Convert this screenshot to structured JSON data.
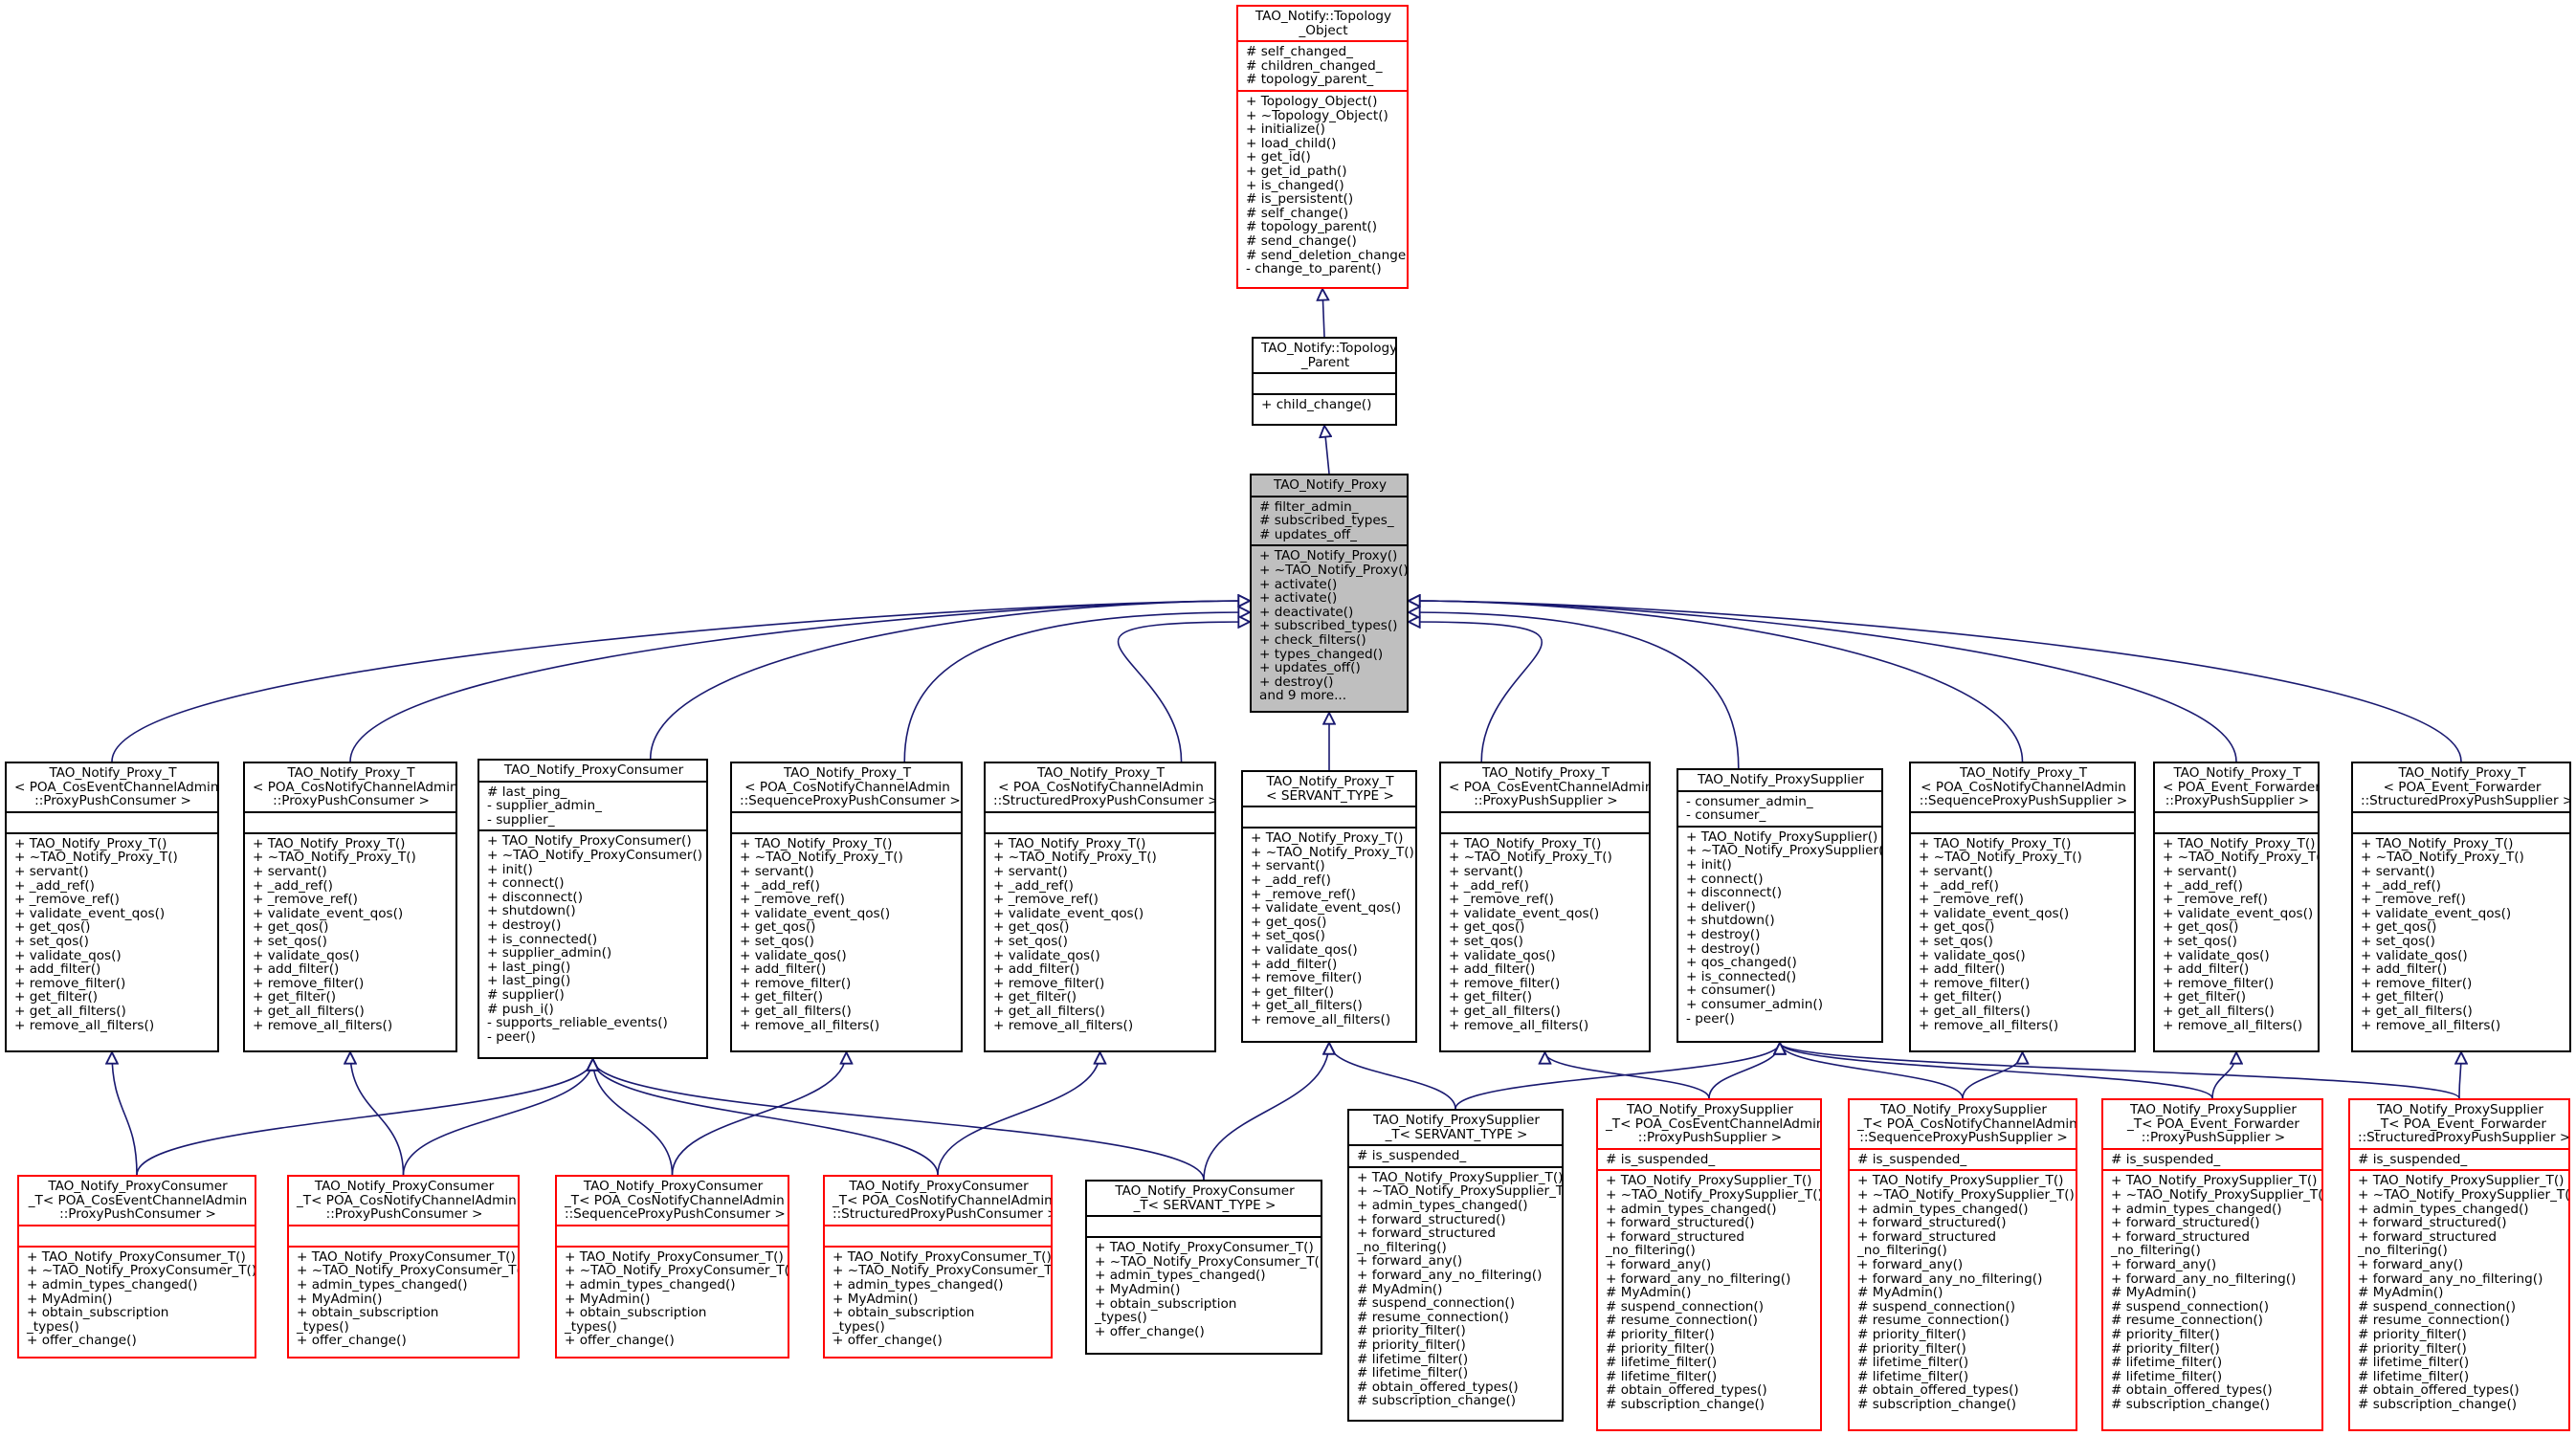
{
  "colors": {
    "edge": "#191970",
    "node_border": "#000000",
    "external_border": "#ff0000",
    "highlight_fill": "#bfbfbf"
  },
  "nodes": {
    "topology_object": {
      "title": [
        "TAO_Notify::Topology",
        "_Object"
      ],
      "attributes": [
        "# self_changed_",
        "# children_changed_",
        "# topology_parent_"
      ],
      "methods": [
        "+ Topology_Object()",
        "+ ~Topology_Object()",
        "+ initialize()",
        "+ load_child()",
        "+ get_id()",
        "+ get_id_path()",
        "+ is_changed()",
        "# is_persistent()",
        "# self_change()",
        "# topology_parent()",
        "# send_change()",
        "# send_deletion_change()",
        "- change_to_parent()"
      ]
    },
    "topology_parent": {
      "title": [
        "TAO_Notify::Topology",
        "_Parent"
      ],
      "attributes": [],
      "methods": [
        "+ child_change()"
      ]
    },
    "notify_proxy": {
      "title": [
        "TAO_Notify_Proxy"
      ],
      "attributes": [
        "# filter_admin_",
        "# subscribed_types_",
        "# updates_off_"
      ],
      "methods": [
        "+ TAO_Notify_Proxy()",
        "+ ~TAO_Notify_Proxy()",
        "+ activate()",
        "+ activate()",
        "+ deactivate()",
        "+ subscribed_types()",
        "+ check_filters()",
        "+ types_changed()",
        "+ updates_off()",
        "+ destroy()",
        "and 9 more..."
      ]
    },
    "proxy_t_cos_push_consumer": {
      "title": [
        "TAO_Notify_Proxy_T",
        "< POA_CosEventChannelAdmin",
        "::ProxyPushConsumer >"
      ],
      "attributes": [],
      "methods": [
        "+ TAO_Notify_Proxy_T()",
        "+ ~TAO_Notify_Proxy_T()",
        "+ servant()",
        "+ _add_ref()",
        "+ _remove_ref()",
        "+ validate_event_qos()",
        "+ get_qos()",
        "+ set_qos()",
        "+ validate_qos()",
        "+ add_filter()",
        "+ remove_filter()",
        "+ get_filter()",
        "+ get_all_filters()",
        "+ remove_all_filters()"
      ]
    },
    "proxy_t_notify_push_consumer": {
      "title": [
        "TAO_Notify_Proxy_T",
        "< POA_CosNotifyChannelAdmin",
        "::ProxyPushConsumer >"
      ],
      "attributes": [],
      "methods": [
        "+ TAO_Notify_Proxy_T()",
        "+ ~TAO_Notify_Proxy_T()",
        "+ servant()",
        "+ _add_ref()",
        "+ _remove_ref()",
        "+ validate_event_qos()",
        "+ get_qos()",
        "+ set_qos()",
        "+ validate_qos()",
        "+ add_filter()",
        "+ remove_filter()",
        "+ get_filter()",
        "+ get_all_filters()",
        "+ remove_all_filters()"
      ]
    },
    "proxy_consumer": {
      "title": [
        "TAO_Notify_ProxyConsumer"
      ],
      "attributes": [
        "# last_ping_",
        "- supplier_admin_",
        "- supplier_"
      ],
      "methods": [
        "+ TAO_Notify_ProxyConsumer()",
        "+ ~TAO_Notify_ProxyConsumer()",
        "+ init()",
        "+ connect()",
        "+ disconnect()",
        "+ shutdown()",
        "+ destroy()",
        "+ is_connected()",
        "+ supplier_admin()",
        "+ last_ping()",
        "+ last_ping()",
        "# supplier()",
        "# push_i()",
        "- supports_reliable_events()",
        "- peer()"
      ]
    },
    "proxy_t_sequence_push_consumer": {
      "title": [
        "TAO_Notify_Proxy_T",
        "< POA_CosNotifyChannelAdmin",
        "::SequenceProxyPushConsumer >"
      ],
      "attributes": [],
      "methods": [
        "+ TAO_Notify_Proxy_T()",
        "+ ~TAO_Notify_Proxy_T()",
        "+ servant()",
        "+ _add_ref()",
        "+ _remove_ref()",
        "+ validate_event_qos()",
        "+ get_qos()",
        "+ set_qos()",
        "+ validate_qos()",
        "+ add_filter()",
        "+ remove_filter()",
        "+ get_filter()",
        "+ get_all_filters()",
        "+ remove_all_filters()"
      ]
    },
    "proxy_t_structured_push_consumer": {
      "title": [
        "TAO_Notify_Proxy_T",
        "< POA_CosNotifyChannelAdmin",
        "::StructuredProxyPushConsumer >"
      ],
      "attributes": [],
      "methods": [
        "+ TAO_Notify_Proxy_T()",
        "+ ~TAO_Notify_Proxy_T()",
        "+ servant()",
        "+ _add_ref()",
        "+ _remove_ref()",
        "+ validate_event_qos()",
        "+ get_qos()",
        "+ set_qos()",
        "+ validate_qos()",
        "+ add_filter()",
        "+ remove_filter()",
        "+ get_filter()",
        "+ get_all_filters()",
        "+ remove_all_filters()"
      ]
    },
    "proxy_t_servant_type": {
      "title": [
        "TAO_Notify_Proxy_T",
        "< SERVANT_TYPE >"
      ],
      "attributes": [],
      "methods": [
        "+ TAO_Notify_Proxy_T()",
        "+ ~TAO_Notify_Proxy_T()",
        "+ servant()",
        "+ _add_ref()",
        "+ _remove_ref()",
        "+ validate_event_qos()",
        "+ get_qos()",
        "+ set_qos()",
        "+ validate_qos()",
        "+ add_filter()",
        "+ remove_filter()",
        "+ get_filter()",
        "+ get_all_filters()",
        "+ remove_all_filters()"
      ]
    },
    "proxy_t_cos_push_supplier": {
      "title": [
        "TAO_Notify_Proxy_T",
        "< POA_CosEventChannelAdmin",
        "::ProxyPushSupplier >"
      ],
      "attributes": [],
      "methods": [
        "+ TAO_Notify_Proxy_T()",
        "+ ~TAO_Notify_Proxy_T()",
        "+ servant()",
        "+ _add_ref()",
        "+ _remove_ref()",
        "+ validate_event_qos()",
        "+ get_qos()",
        "+ set_qos()",
        "+ validate_qos()",
        "+ add_filter()",
        "+ remove_filter()",
        "+ get_filter()",
        "+ get_all_filters()",
        "+ remove_all_filters()"
      ]
    },
    "proxy_supplier": {
      "title": [
        "TAO_Notify_ProxySupplier"
      ],
      "attributes": [
        "- consumer_admin_",
        "- consumer_"
      ],
      "methods": [
        "+ TAO_Notify_ProxySupplier()",
        "+ ~TAO_Notify_ProxySupplier()",
        "+ init()",
        "+ connect()",
        "+ disconnect()",
        "+ deliver()",
        "+ shutdown()",
        "+ destroy()",
        "+ destroy()",
        "+ qos_changed()",
        "+ is_connected()",
        "+ consumer()",
        "+ consumer_admin()",
        "- peer()"
      ]
    },
    "proxy_t_sequence_push_supplier": {
      "title": [
        "TAO_Notify_Proxy_T",
        "< POA_CosNotifyChannelAdmin",
        "::SequenceProxyPushSupplier >"
      ],
      "attributes": [],
      "methods": [
        "+ TAO_Notify_Proxy_T()",
        "+ ~TAO_Notify_Proxy_T()",
        "+ servant()",
        "+ _add_ref()",
        "+ _remove_ref()",
        "+ validate_event_qos()",
        "+ get_qos()",
        "+ set_qos()",
        "+ validate_qos()",
        "+ add_filter()",
        "+ remove_filter()",
        "+ get_filter()",
        "+ get_all_filters()",
        "+ remove_all_filters()"
      ]
    },
    "proxy_t_forwarder_push_supplier": {
      "title": [
        "TAO_Notify_Proxy_T",
        "< POA_Event_Forwarder",
        "::ProxyPushSupplier >"
      ],
      "attributes": [],
      "methods": [
        "+ TAO_Notify_Proxy_T()",
        "+ ~TAO_Notify_Proxy_T()",
        "+ servant()",
        "+ _add_ref()",
        "+ _remove_ref()",
        "+ validate_event_qos()",
        "+ get_qos()",
        "+ set_qos()",
        "+ validate_qos()",
        "+ add_filter()",
        "+ remove_filter()",
        "+ get_filter()",
        "+ get_all_filters()",
        "+ remove_all_filters()"
      ]
    },
    "proxy_t_forwarder_structured_supplier": {
      "title": [
        "TAO_Notify_Proxy_T",
        "< POA_Event_Forwarder",
        "::StructuredProxyPushSupplier >"
      ],
      "attributes": [],
      "methods": [
        "+ TAO_Notify_Proxy_T()",
        "+ ~TAO_Notify_Proxy_T()",
        "+ servant()",
        "+ _add_ref()",
        "+ _remove_ref()",
        "+ validate_event_qos()",
        "+ get_qos()",
        "+ set_qos()",
        "+ validate_qos()",
        "+ add_filter()",
        "+ remove_filter()",
        "+ get_filter()",
        "+ get_all_filters()",
        "+ remove_all_filters()"
      ]
    },
    "consumer_t_cos_push": {
      "title": [
        "TAO_Notify_ProxyConsumer",
        "_T< POA_CosEventChannelAdmin",
        "::ProxyPushConsumer >"
      ],
      "attributes": [],
      "methods": [
        "+ TAO_Notify_ProxyConsumer_T()",
        "+ ~TAO_Notify_ProxyConsumer_T()",
        "+ admin_types_changed()",
        "+ MyAdmin()",
        "+ obtain_subscription",
        "_types()",
        "+ offer_change()"
      ]
    },
    "consumer_t_notify_push": {
      "title": [
        "TAO_Notify_ProxyConsumer",
        "_T< POA_CosNotifyChannelAdmin",
        "::ProxyPushConsumer >"
      ],
      "attributes": [],
      "methods": [
        "+ TAO_Notify_ProxyConsumer_T()",
        "+ ~TAO_Notify_ProxyConsumer_T()",
        "+ admin_types_changed()",
        "+ MyAdmin()",
        "+ obtain_subscription",
        "_types()",
        "+ offer_change()"
      ]
    },
    "consumer_t_sequence_push": {
      "title": [
        "TAO_Notify_ProxyConsumer",
        "_T< POA_CosNotifyChannelAdmin",
        "::SequenceProxyPushConsumer >"
      ],
      "attributes": [],
      "methods": [
        "+ TAO_Notify_ProxyConsumer_T()",
        "+ ~TAO_Notify_ProxyConsumer_T()",
        "+ admin_types_changed()",
        "+ MyAdmin()",
        "+ obtain_subscription",
        "_types()",
        "+ offer_change()"
      ]
    },
    "consumer_t_structured_push": {
      "title": [
        "TAO_Notify_ProxyConsumer",
        "_T< POA_CosNotifyChannelAdmin",
        "::StructuredProxyPushConsumer >"
      ],
      "attributes": [],
      "methods": [
        "+ TAO_Notify_ProxyConsumer_T()",
        "+ ~TAO_Notify_ProxyConsumer_T()",
        "+ admin_types_changed()",
        "+ MyAdmin()",
        "+ obtain_subscription",
        "_types()",
        "+ offer_change()"
      ]
    },
    "consumer_t_servant_type": {
      "title": [
        "TAO_Notify_ProxyConsumer",
        "_T< SERVANT_TYPE >"
      ],
      "attributes": [],
      "methods": [
        "+ TAO_Notify_ProxyConsumer_T()",
        "+ ~TAO_Notify_ProxyConsumer_T()",
        "+ admin_types_changed()",
        "+ MyAdmin()",
        "+ obtain_subscription",
        "_types()",
        "+ offer_change()"
      ]
    },
    "supplier_t_servant_type": {
      "title": [
        "TAO_Notify_ProxySupplier",
        "_T< SERVANT_TYPE >"
      ],
      "attributes": [
        "# is_suspended_"
      ],
      "methods": [
        "+ TAO_Notify_ProxySupplier_T()",
        "+ ~TAO_Notify_ProxySupplier_T()",
        "+ admin_types_changed()",
        "+ forward_structured()",
        "+ forward_structured",
        "_no_filtering()",
        "+ forward_any()",
        "+ forward_any_no_filtering()",
        "# MyAdmin()",
        "# suspend_connection()",
        "# resume_connection()",
        "# priority_filter()",
        "# priority_filter()",
        "# lifetime_filter()",
        "# lifetime_filter()",
        "# obtain_offered_types()",
        "# subscription_change()"
      ]
    },
    "supplier_t_cos_push": {
      "title": [
        "TAO_Notify_ProxySupplier",
        "_T< POA_CosEventChannelAdmin",
        "::ProxyPushSupplier >"
      ],
      "attributes": [
        "# is_suspended_"
      ],
      "methods": [
        "+ TAO_Notify_ProxySupplier_T()",
        "+ ~TAO_Notify_ProxySupplier_T()",
        "+ admin_types_changed()",
        "+ forward_structured()",
        "+ forward_structured",
        "_no_filtering()",
        "+ forward_any()",
        "+ forward_any_no_filtering()",
        "# MyAdmin()",
        "# suspend_connection()",
        "# resume_connection()",
        "# priority_filter()",
        "# priority_filter()",
        "# lifetime_filter()",
        "# lifetime_filter()",
        "# obtain_offered_types()",
        "# subscription_change()"
      ]
    },
    "supplier_t_sequence_push": {
      "title": [
        "TAO_Notify_ProxySupplier",
        "_T< POA_CosNotifyChannelAdmin",
        "::SequenceProxyPushSupplier >"
      ],
      "attributes": [
        "# is_suspended_"
      ],
      "methods": [
        "+ TAO_Notify_ProxySupplier_T()",
        "+ ~TAO_Notify_ProxySupplier_T()",
        "+ admin_types_changed()",
        "+ forward_structured()",
        "+ forward_structured",
        "_no_filtering()",
        "+ forward_any()",
        "+ forward_any_no_filtering()",
        "# MyAdmin()",
        "# suspend_connection()",
        "# resume_connection()",
        "# priority_filter()",
        "# priority_filter()",
        "# lifetime_filter()",
        "# lifetime_filter()",
        "# obtain_offered_types()",
        "# subscription_change()"
      ]
    },
    "supplier_t_forwarder_push": {
      "title": [
        "TAO_Notify_ProxySupplier",
        "_T< POA_Event_Forwarder",
        "::ProxyPushSupplier >"
      ],
      "attributes": [
        "# is_suspended_"
      ],
      "methods": [
        "+ TAO_Notify_ProxySupplier_T()",
        "+ ~TAO_Notify_ProxySupplier_T()",
        "+ admin_types_changed()",
        "+ forward_structured()",
        "+ forward_structured",
        "_no_filtering()",
        "+ forward_any()",
        "+ forward_any_no_filtering()",
        "# MyAdmin()",
        "# suspend_connection()",
        "# resume_connection()",
        "# priority_filter()",
        "# priority_filter()",
        "# lifetime_filter()",
        "# lifetime_filter()",
        "# obtain_offered_types()",
        "# subscription_change()"
      ]
    },
    "supplier_t_forwarder_structured": {
      "title": [
        "TAO_Notify_ProxySupplier",
        "_T< POA_Event_Forwarder",
        "::StructuredProxyPushSupplier >"
      ],
      "attributes": [
        "# is_suspended_"
      ],
      "methods": [
        "+ TAO_Notify_ProxySupplier_T()",
        "+ ~TAO_Notify_ProxySupplier_T()",
        "+ admin_types_changed()",
        "+ forward_structured()",
        "+ forward_structured",
        "_no_filtering()",
        "+ forward_any()",
        "+ forward_any_no_filtering()",
        "# MyAdmin()",
        "# suspend_connection()",
        "# resume_connection()",
        "# priority_filter()",
        "# priority_filter()",
        "# lifetime_filter()",
        "# lifetime_filter()",
        "# obtain_offered_types()",
        "# subscription_change()"
      ]
    }
  },
  "edges": [
    [
      "topology_parent",
      "topology_object"
    ],
    [
      "notify_proxy",
      "topology_parent"
    ],
    [
      "proxy_t_cos_push_consumer",
      "notify_proxy"
    ],
    [
      "proxy_t_notify_push_consumer",
      "notify_proxy"
    ],
    [
      "proxy_consumer",
      "notify_proxy"
    ],
    [
      "proxy_t_sequence_push_consumer",
      "notify_proxy"
    ],
    [
      "proxy_t_structured_push_consumer",
      "notify_proxy"
    ],
    [
      "proxy_t_servant_type",
      "notify_proxy"
    ],
    [
      "proxy_t_cos_push_supplier",
      "notify_proxy"
    ],
    [
      "proxy_supplier",
      "notify_proxy"
    ],
    [
      "proxy_t_sequence_push_supplier",
      "notify_proxy"
    ],
    [
      "proxy_t_forwarder_push_supplier",
      "notify_proxy"
    ],
    [
      "proxy_t_forwarder_structured_supplier",
      "notify_proxy"
    ],
    [
      "consumer_t_cos_push",
      "proxy_t_cos_push_consumer"
    ],
    [
      "consumer_t_cos_push",
      "proxy_consumer"
    ],
    [
      "consumer_t_notify_push",
      "proxy_t_notify_push_consumer"
    ],
    [
      "consumer_t_notify_push",
      "proxy_consumer"
    ],
    [
      "consumer_t_sequence_push",
      "proxy_consumer"
    ],
    [
      "consumer_t_sequence_push",
      "proxy_t_sequence_push_consumer"
    ],
    [
      "consumer_t_structured_push",
      "proxy_consumer"
    ],
    [
      "consumer_t_structured_push",
      "proxy_t_structured_push_consumer"
    ],
    [
      "consumer_t_servant_type",
      "proxy_consumer"
    ],
    [
      "consumer_t_servant_type",
      "proxy_t_servant_type"
    ],
    [
      "supplier_t_servant_type",
      "proxy_supplier"
    ],
    [
      "supplier_t_servant_type",
      "proxy_t_servant_type"
    ],
    [
      "supplier_t_cos_push",
      "proxy_supplier"
    ],
    [
      "supplier_t_cos_push",
      "proxy_t_cos_push_supplier"
    ],
    [
      "supplier_t_sequence_push",
      "proxy_supplier"
    ],
    [
      "supplier_t_sequence_push",
      "proxy_t_sequence_push_supplier"
    ],
    [
      "supplier_t_forwarder_push",
      "proxy_supplier"
    ],
    [
      "supplier_t_forwarder_push",
      "proxy_t_forwarder_push_supplier"
    ],
    [
      "supplier_t_forwarder_structured",
      "proxy_supplier"
    ],
    [
      "supplier_t_forwarder_structured",
      "proxy_t_forwarder_structured_supplier"
    ]
  ]
}
